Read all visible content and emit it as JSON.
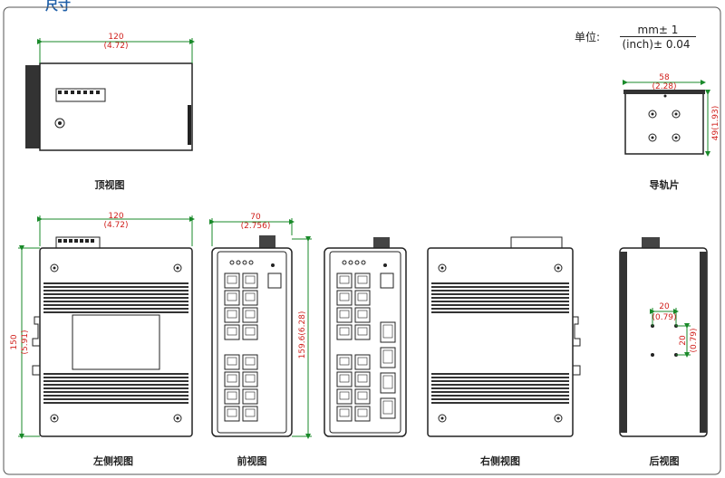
{
  "section_title": "尺寸",
  "units": {
    "label": "单位:",
    "numerator": "mm± 1",
    "denominator": "(inch)± 0.04"
  },
  "views": {
    "top": {
      "caption": "顶视图",
      "width": "120",
      "width_in": "(4.72)"
    },
    "rail": {
      "caption": "导轨片",
      "width": "58",
      "width_in": "(2.28)",
      "height": "49(1.93)"
    },
    "left": {
      "caption": "左侧视图",
      "width": "120",
      "width_in": "(4.72)",
      "height": "150",
      "height_in": "(5.91)"
    },
    "front": {
      "caption": "前视图",
      "width": "70",
      "width_in": "(2.756)",
      "height": "159.6(6.28)"
    },
    "right": {
      "caption": "右侧视图"
    },
    "back": {
      "caption": "后视图",
      "h_spacing": "20",
      "h_spacing_in": "(0.79)",
      "v_spacing": "20",
      "v_spacing_in": "(0.79)"
    }
  },
  "colors": {
    "outline": "#222222",
    "dimension": "#1a8a2a",
    "dimension_text": "#d0201c",
    "title": "#1f5fa8"
  }
}
